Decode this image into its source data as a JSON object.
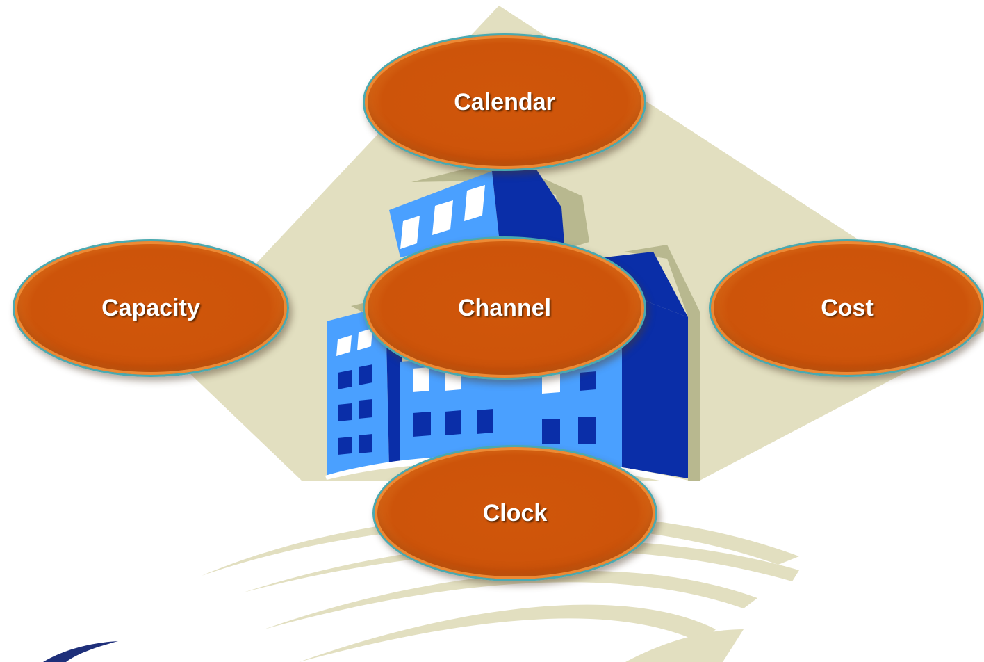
{
  "nodes": {
    "calendar": "Calendar",
    "capacity": "Capacity",
    "channel": "Channel",
    "cost": "Cost",
    "clock": "Clock"
  },
  "colors": {
    "node_fill": "#cd540a",
    "node_rim": "#f09a3c",
    "node_outline": "#4aa9b0",
    "backdrop_diamond": "#e2dfc0",
    "building_light": "#4aa0ff",
    "building_dark": "#0a2ea8",
    "building_shadow": "#b8b88f",
    "window": "#ffffff"
  },
  "icons": [
    "office-building-clipart",
    "curved-road-swoosh",
    "corner-swoosh-icon"
  ]
}
